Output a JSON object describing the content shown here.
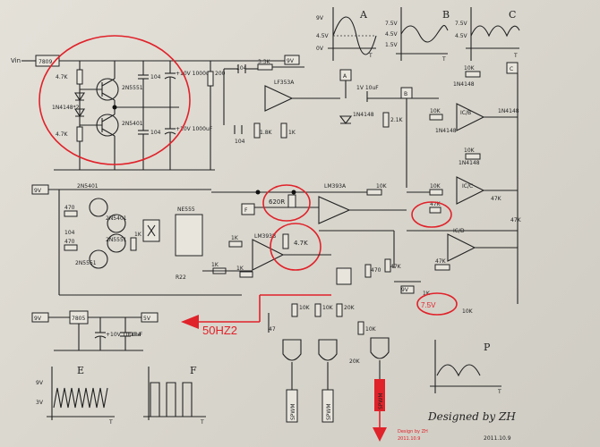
{
  "signature": "Designed by ZH",
  "date": "2011.10.9",
  "stamp_lines": [
    "Design by ZH",
    "2011.10.9"
  ],
  "red_output_label": "50HZ2",
  "red_out_tag": "SPWM",
  "graphs": {
    "A": {
      "letter": "A",
      "ticks": [
        "9V",
        "4.5V",
        "0V"
      ],
      "axis": "T"
    },
    "B": {
      "letter": "B",
      "ticks": [
        "7.5V",
        "4.5V",
        "1.5V"
      ],
      "axis": "T"
    },
    "C": {
      "letter": "C",
      "ticks": [
        "7.5V",
        "4.5V"
      ],
      "axis": "T"
    },
    "E": {
      "letter": "E",
      "ticks": [
        "9V",
        "3V"
      ],
      "axis": "T"
    },
    "F": {
      "letter": "F",
      "axis": "T"
    },
    "P": {
      "letter": "P",
      "axis": "T"
    }
  },
  "top_left": {
    "vin": "Vin",
    "vin_box": "7809",
    "r1": "4.7K",
    "r2": "4.7K",
    "d": "1N4148*2",
    "q1": "2N5551",
    "q2": "2N5401",
    "c1": "104",
    "c2": "+10V 1000uF",
    "c3": "104",
    "c4": "+10V 1000uF"
  },
  "stage_a": {
    "r200": "200",
    "c104": "104",
    "r33": "3.3K",
    "v9": "9V",
    "c104b": "104",
    "r18": "1.8K",
    "r1k": "1K",
    "opamp": "LF353A",
    "d1n": "1N4148",
    "c1": "1V 10uF",
    "r21": "2.1K",
    "node_a": "A",
    "node_b": "B",
    "node_c": "C"
  },
  "stage_b": {
    "r10k_a": "10K",
    "r10k_b": "10K",
    "r10k_c": "10K",
    "r10k_d": "10K",
    "d1": "1N4148",
    "d2": "1N4148",
    "d3": "1N4148",
    "d4": "1N4148",
    "opamp1": "IC/B",
    "opamp2": "IC/C",
    "r47": "47K",
    "r47b": "47K",
    "opamp3": "IC/D",
    "r47k": "47K",
    "r1k": "1K",
    "r10k": "10K",
    "v75": "7.5V",
    "v9": "9V",
    "vr": "7.5V"
  },
  "mid": {
    "node_f": "F",
    "r620": "620R",
    "ic": "LM393A",
    "r10k": "10K",
    "r47k": "4.7K",
    "lm": "LM393B",
    "r1k": "1K",
    "r1ka": "1K"
  },
  "ne555": {
    "v9": "9V",
    "q": "2N5401",
    "r470": "470",
    "c104": "104",
    "r470b": "470",
    "q2": "2N5551",
    "qb": "2N5401",
    "qc": "2N5551",
    "ic": "NE555",
    "r1k": "1K",
    "r22": "R22",
    "r1kb": "1K"
  },
  "bottom": {
    "reg_v": "9V",
    "reg": "7805",
    "reg_out": "5V",
    "c1": "+10V 1000uF",
    "c2": "104",
    "c47": "47",
    "r10k": "10K",
    "r10ka": "10K",
    "r20k": "20K",
    "r10kb": "10K",
    "r20kb": "20K",
    "r47": "470",
    "r47b": "47K",
    "spwm1": "SPWM",
    "spwm2": "SPWM",
    "r_b": "20K"
  }
}
